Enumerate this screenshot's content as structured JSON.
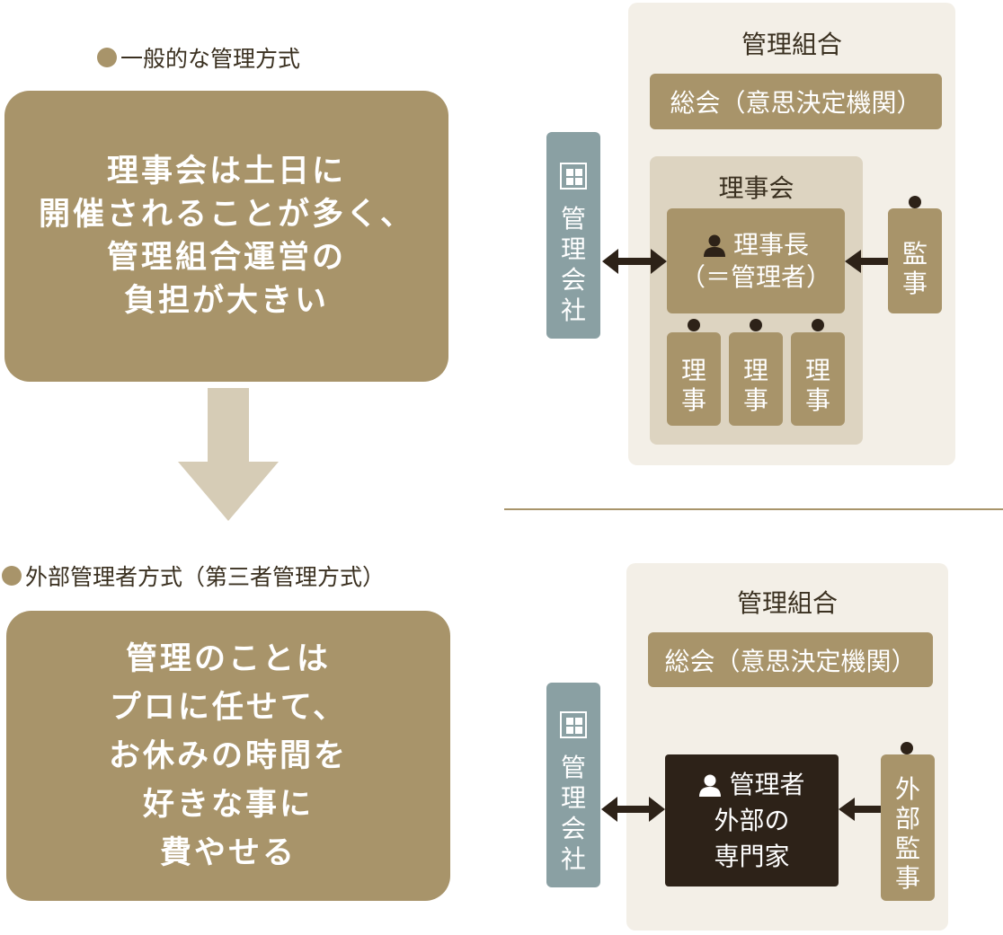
{
  "top": {
    "heading": "一般的な管理方式",
    "message_lines": [
      "理事会は土日に",
      "開催されることが多く、",
      "管理組合運営の",
      "負担が大きい"
    ],
    "panel_title": "管理組合",
    "assembly": "総会（意思決定機関）",
    "board_title": "理事会",
    "chairman_line1": "理事長",
    "chairman_line2": "（＝管理者）",
    "auditor": [
      "監",
      "事"
    ],
    "director": [
      "理",
      "事"
    ],
    "company": [
      "管",
      "理",
      "会",
      "社"
    ]
  },
  "bottom": {
    "heading": "外部管理者方式（第三者管理方式）",
    "message_lines": [
      "管理のことは",
      "プロに任せて、",
      "お休みの時間を",
      "好きな事に",
      "費やせる"
    ],
    "panel_title": "管理組合",
    "assembly": "総会（意思決定機関）",
    "manager_title": "管理者",
    "manager_line2": "外部の",
    "manager_line3": "専門家",
    "auditor": [
      "外",
      "部",
      "監",
      "事"
    ],
    "company": [
      "管",
      "理",
      "会",
      "社"
    ]
  },
  "colors": {
    "accent": "#a8946a",
    "panel": "#f3efe7",
    "board": "#ddd4c1",
    "company": "#8aa0a3",
    "dark": "#2d2218",
    "arrow_down": "#d6ccb6"
  },
  "icons": [
    "person-icon",
    "building-icon",
    "double-arrow-icon",
    "arrow-left-icon",
    "arrow-down-icon"
  ]
}
